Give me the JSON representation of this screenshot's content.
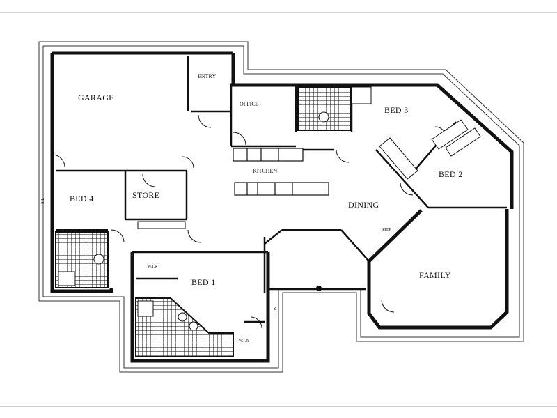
{
  "plan": {
    "rooms": {
      "garage": "GARAGE",
      "entry": "ENTRY",
      "office": "OFFICE",
      "bed3": "BED 3",
      "bed2": "BED 2",
      "kitchen": "KITCHEN",
      "dining": "DINING",
      "bed4": "BED 4",
      "store": "STORE",
      "step": "STEP",
      "family": "FAMILY",
      "bed1": "BED 1",
      "wir1": "W.I.R",
      "wir2": "W.I.R"
    },
    "marks": {
      "side_left": "SIL",
      "side_bottom": "SIL"
    }
  }
}
